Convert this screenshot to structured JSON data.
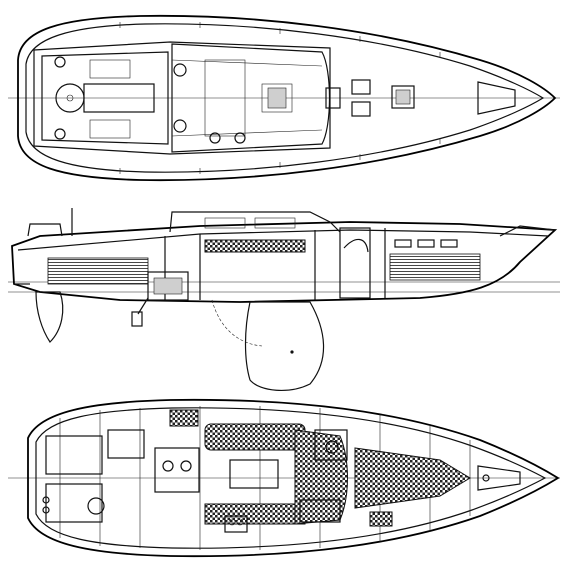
{
  "drawing": {
    "views": [
      {
        "id": "deck-plan"
      },
      {
        "id": "inboard-profile"
      },
      {
        "id": "accommodation-plan"
      }
    ],
    "colors": {
      "ink": "#111111",
      "paper": "#ffffff",
      "fill": "#cfcfcf"
    }
  }
}
